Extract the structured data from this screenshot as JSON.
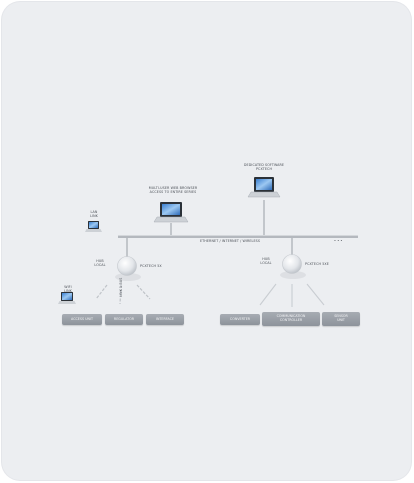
{
  "laptops": {
    "remote_label": "MULTI-USER WEB BROWSER\nACCESS TO ENTIRE SERIES",
    "software_label": "DEDICATED SOFTWARE\nPCXTECH",
    "left_top_label": "LAN\nLINK",
    "left_bottom_label": "WIFI\nLINK"
  },
  "network": {
    "backbone_label": "ETHERNET / INTERNET / WIRELESS",
    "backbone_end_label": "• • •"
  },
  "hub_left": {
    "side_label": "HUB\nLOCAL",
    "name": "PCXTECH 5X",
    "link_label": "LINK 1 BUS"
  },
  "hub_right": {
    "side_label": "HUB\nLOCAL",
    "name": "PCXTECH 5XE"
  },
  "devices_left": [
    "ACCESS UNIT",
    "REGULATOR",
    "INTERFACE"
  ],
  "devices_right": [
    "CONVERTER",
    "COMMUNICATION\nCONTROLLER",
    "SENSOR\nUNIT"
  ]
}
